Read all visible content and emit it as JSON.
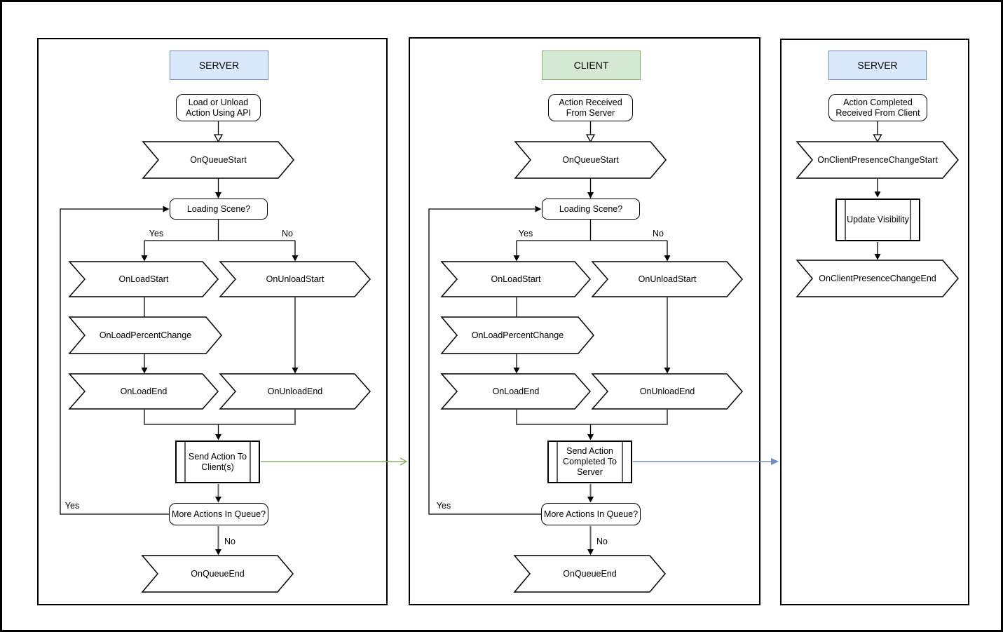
{
  "colors": {
    "server_fill": "#dae8fc",
    "server_border": "#6c8ebf",
    "client_fill": "#d5e8d4",
    "client_border": "#82b366",
    "arrow_server_to_client": "#82b366",
    "arrow_client_to_server": "#6c8ebf"
  },
  "server_queue": {
    "header": "SERVER",
    "start": {
      "line1": "Load or Unload",
      "line2": "Action Using API"
    },
    "on_queue_start": "OnQueueStart",
    "loading_scene": "Loading Scene?",
    "branch_yes": "Yes",
    "branch_no": "No",
    "on_load_start": "OnLoadStart",
    "on_unload_start": "OnUnloadStart",
    "on_load_percent_change": "OnLoadPercentChange",
    "on_load_end": "OnLoadEnd",
    "on_unload_end": "OnUnloadEnd",
    "send_action": {
      "line1": "Send Action To",
      "line2": "Client(s)"
    },
    "more_actions": "More Actions In Queue?",
    "loop_yes": "Yes",
    "exit_no": "No",
    "on_queue_end": "OnQueueEnd"
  },
  "client_queue": {
    "header": "CLIENT",
    "start": {
      "line1": "Action Received",
      "line2": "From Server"
    },
    "on_queue_start": "OnQueueStart",
    "loading_scene": "Loading Scene?",
    "branch_yes": "Yes",
    "branch_no": "No",
    "on_load_start": "OnLoadStart",
    "on_unload_start": "OnUnloadStart",
    "on_load_percent_change": "OnLoadPercentChange",
    "on_load_end": "OnLoadEnd",
    "on_unload_end": "OnUnloadEnd",
    "send_action": {
      "line1": "Send Action",
      "line2": "Completed To",
      "line3": "Server"
    },
    "more_actions": "More Actions In Queue?",
    "loop_yes": "Yes",
    "exit_no": "No",
    "on_queue_end": "OnQueueEnd"
  },
  "server_presence": {
    "header": "SERVER",
    "start": {
      "line1": "Action Completed",
      "line2": "Received From Client"
    },
    "on_client_presence_change_start": "OnClientPresenceChangeStart",
    "update_visibility": "Update Visibility",
    "on_client_presence_change_end": "OnClientPresenceChangeEnd"
  }
}
